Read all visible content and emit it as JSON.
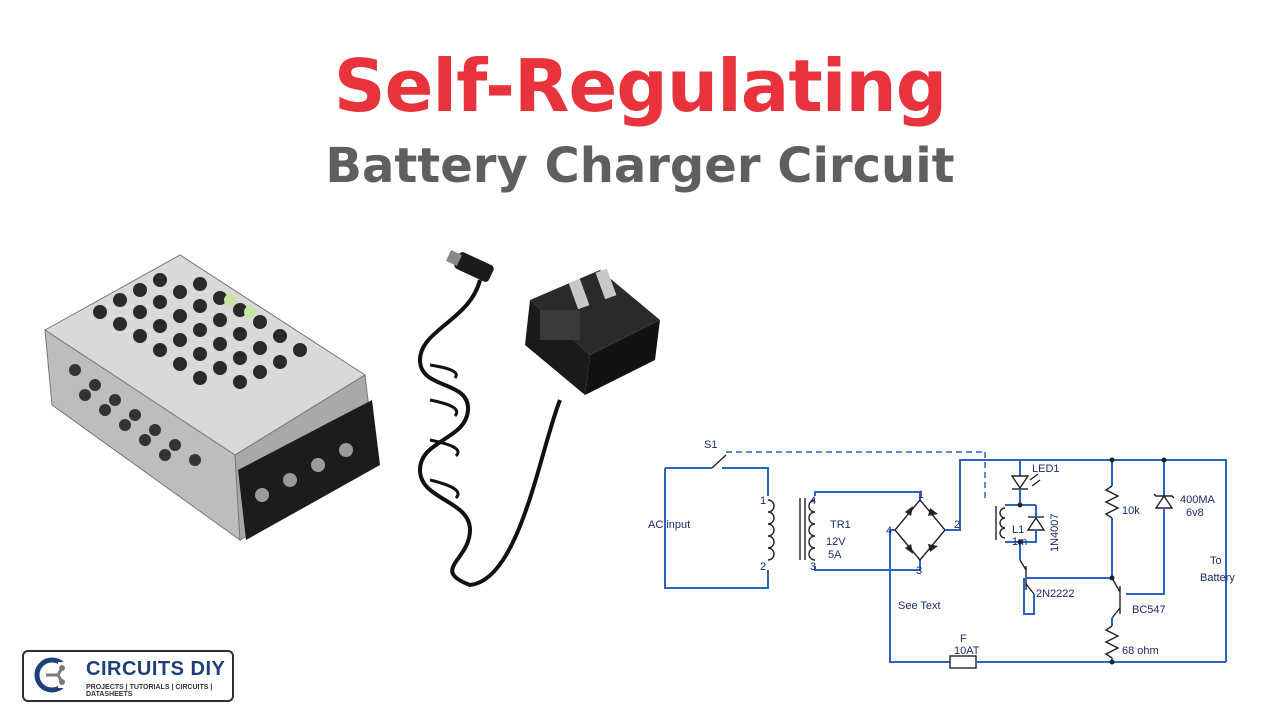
{
  "title": {
    "main": "Self-Regulating",
    "sub": "Battery Charger Circuit"
  },
  "schematic": {
    "labels": {
      "s1": "S1",
      "ac_input": "AC input",
      "tr1": "TR1",
      "tr1_v": "12V",
      "tr1_a": "5A",
      "see_text": "See Text",
      "led1": "LED1",
      "l1": "L1",
      "l1_val": "1m",
      "d1": "1N4007",
      "r1": "10k",
      "zener": "400MA",
      "zener_v": "6v8",
      "to": "To",
      "battery": "Battery",
      "q1": "2N2222",
      "q2": "BC547",
      "fuse": "F",
      "fuse_val": "10AT",
      "r2": "68 ohm",
      "pin_1a": "1",
      "pin_2a": "2",
      "pin_4": "4",
      "pin_3": "3",
      "pin_b4": "4",
      "pin_b2": "2",
      "pin_b1": "1",
      "pin_b3": "3"
    }
  },
  "logo": {
    "name": "CIRCUITS DIY",
    "tagline": "PROJECTS | TUTORIALS | CIRCUITS | DATASHEETS"
  },
  "colors": {
    "title_red": "#e8323c",
    "title_gray": "#5f5f5f",
    "wire_blue": "#2b65c2"
  }
}
